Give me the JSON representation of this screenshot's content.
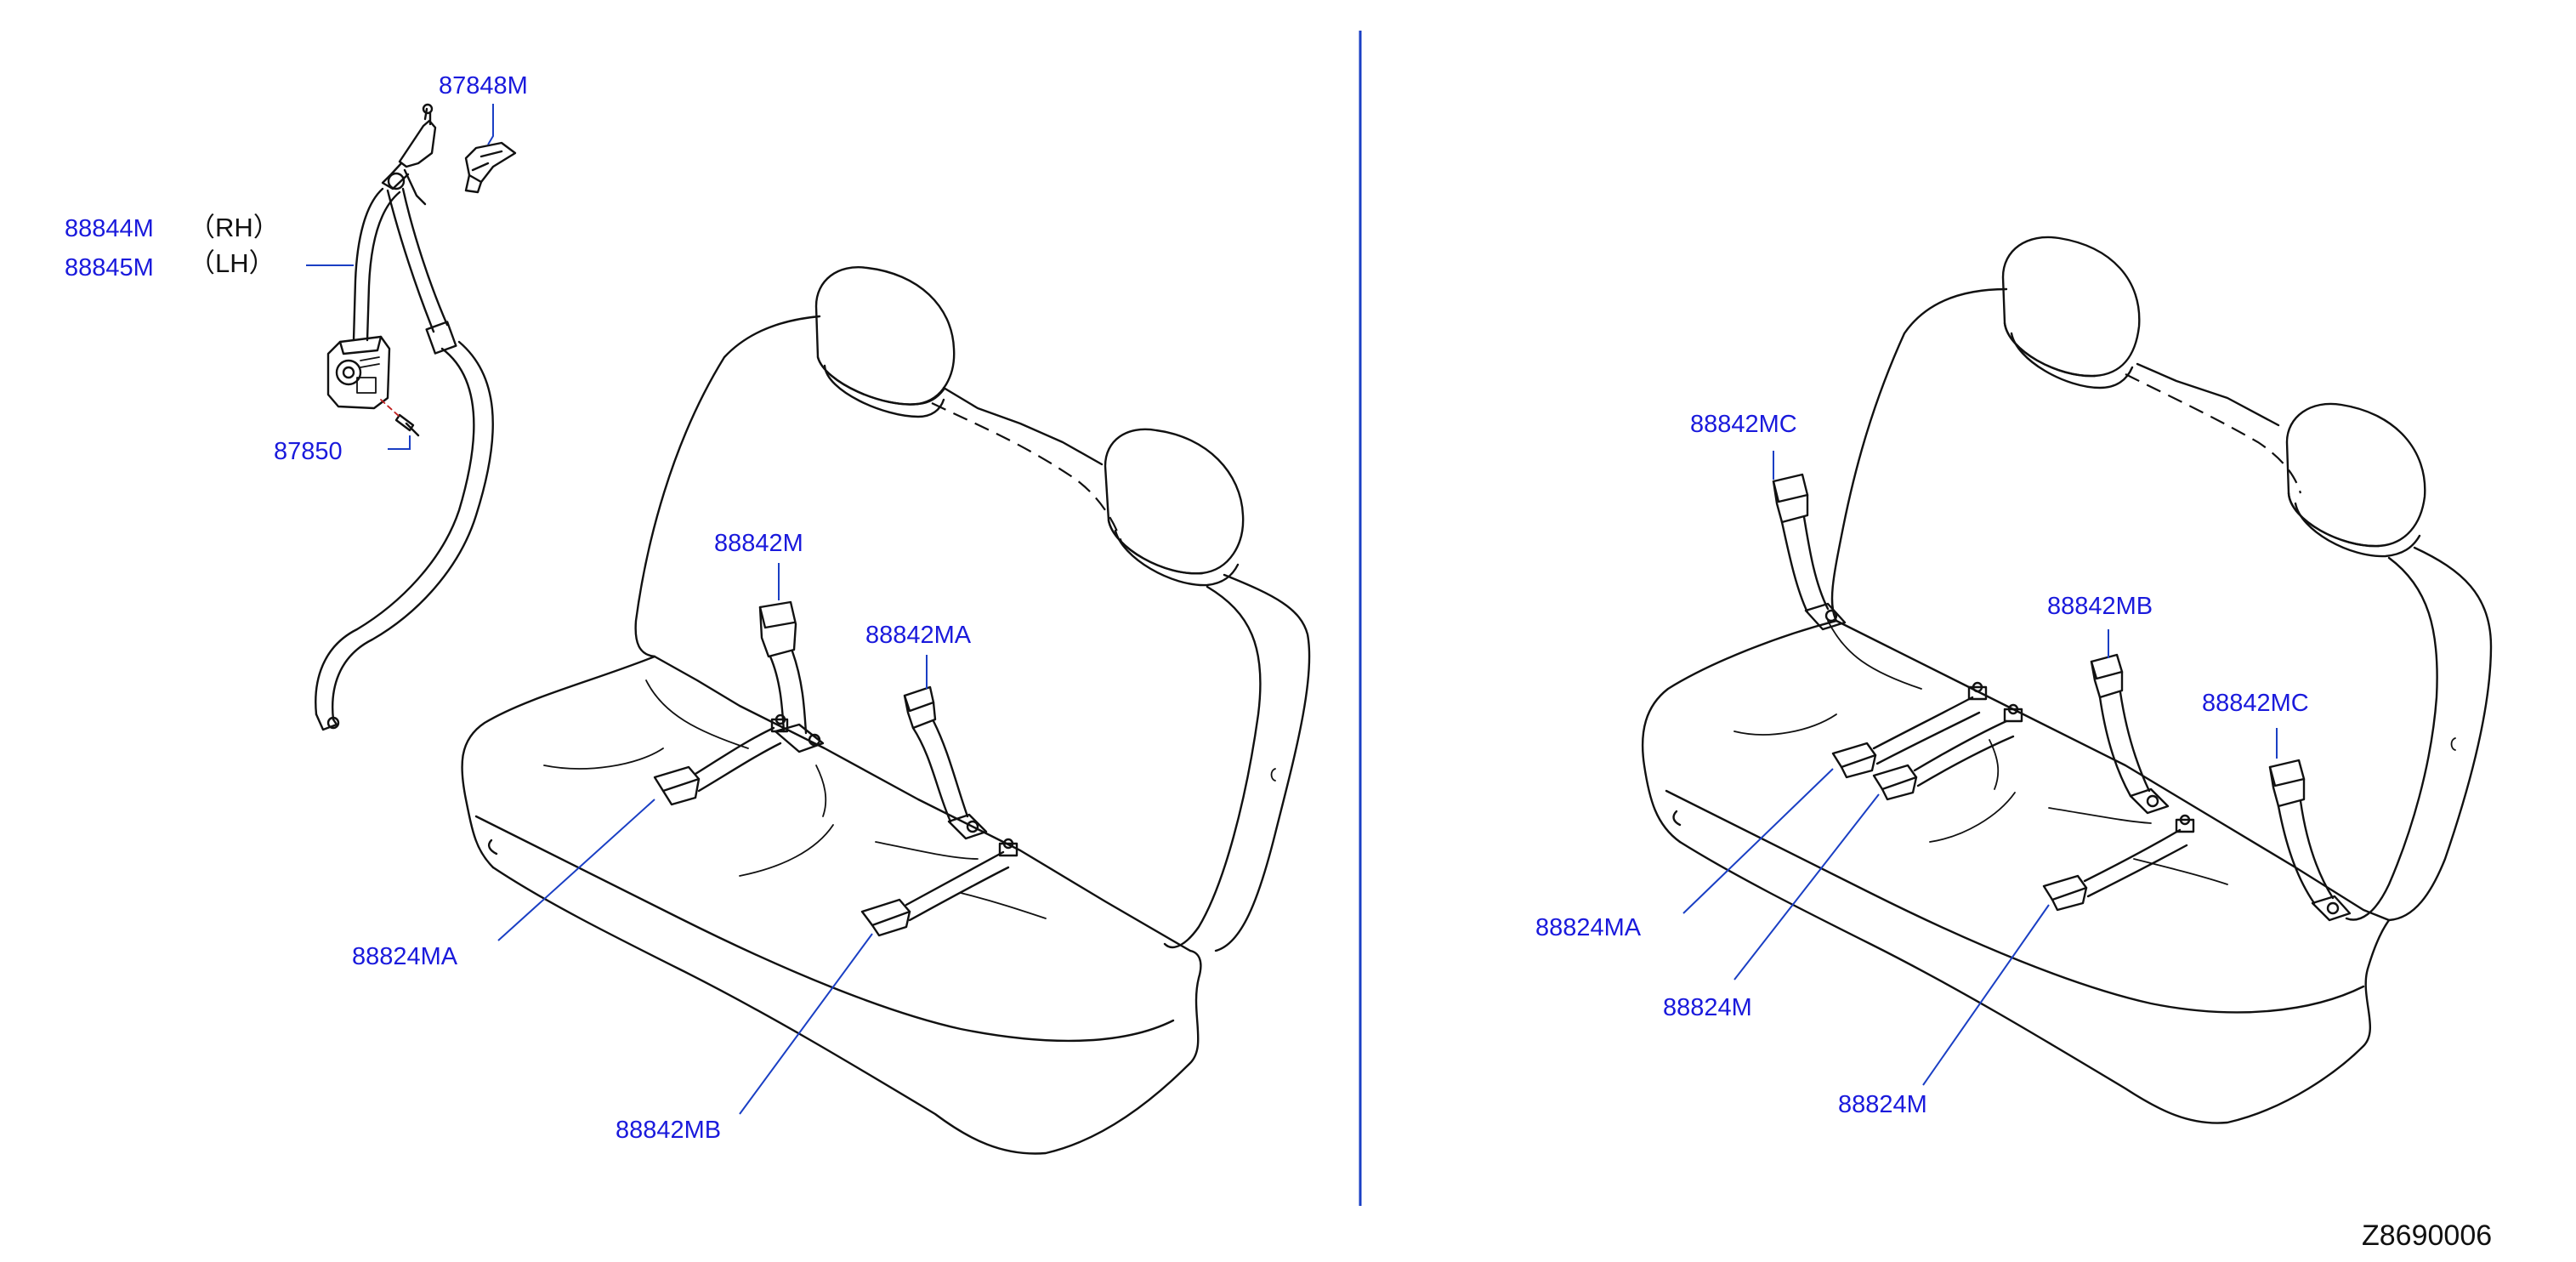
{
  "colors": {
    "label": "#1a1adc",
    "leader": "#1a3fc4",
    "line": "#111111",
    "background": "#ffffff"
  },
  "left_panel": {
    "labels": {
      "retractor_bracket": "87848M",
      "belt_rh": "88844M",
      "belt_lh": "88845M",
      "side_rh": "（RH）",
      "side_lh": "（LH）",
      "bolt": "87850",
      "buckle_center": "88842M",
      "buckle_right": "88842MA",
      "tongue_left": "88824MA",
      "tongue_center": "88842MB"
    }
  },
  "right_panel": {
    "labels": {
      "buckle_top_left": "88842MC",
      "buckle_center": "88842MB",
      "buckle_right": "88842MC",
      "tongue_left": "88824MA",
      "tongue_mid": "88824M",
      "tongue_bottom": "88824M"
    }
  },
  "diagram_code": "Z8690006"
}
